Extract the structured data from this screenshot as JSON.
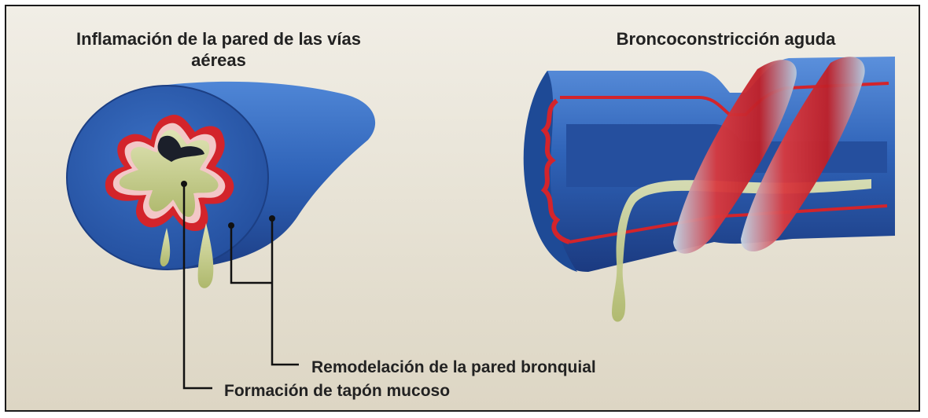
{
  "left_panel": {
    "title": "Inflamación de la pared de las vías aéreas"
  },
  "right_panel": {
    "title": "Broncoconstricción aguda"
  },
  "callouts": {
    "remodeling": "Remodelación de la pared bronquial",
    "mucus_plug": "Formación de tapón mucoso"
  },
  "colors": {
    "airway_blue": "#2f63b8",
    "muscle_red": "#d3242b",
    "mucus": "#c9cf95",
    "background": "#e9e5d8"
  }
}
